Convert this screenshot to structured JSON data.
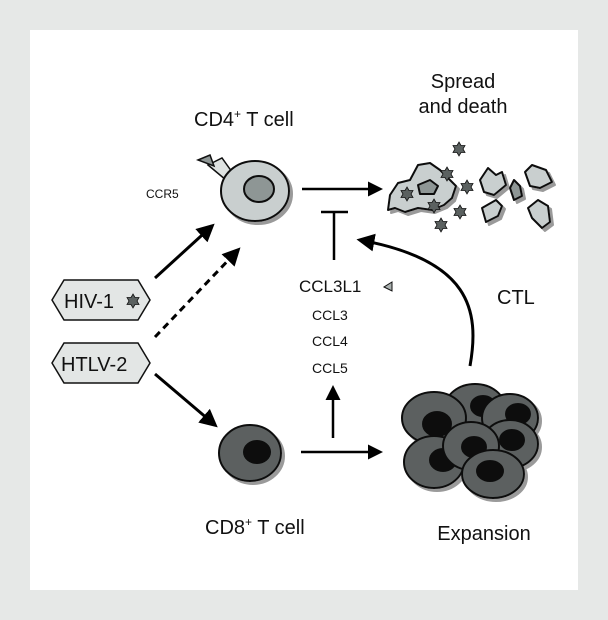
{
  "title": "HIV-1 and HTLV-2 effects on CD4+ and CD8+ T cells",
  "labels": {
    "cd4_cell": "CD4",
    "cd4_sup": "+",
    "cd4_suffix": " T cell",
    "cd8_cell": "CD8",
    "cd8_sup": "+",
    "cd8_suffix": " T cell",
    "ccr5": "CCR5",
    "spread_line1": "Spread",
    "spread_line2": "and death",
    "expansion": "Expansion",
    "ctl": "CTL"
  },
  "viruses": [
    {
      "label": "HIV-1",
      "has_star": true
    },
    {
      "label": "HTLV-2",
      "has_star": false
    }
  ],
  "chemokines": [
    "CCL3L1",
    "CCL3",
    "CCL4",
    "CCL5"
  ],
  "colors": {
    "frame": "#e6e8e7",
    "cd4_body": "#c9cfcf",
    "cd4_nucleus": "#8e9695",
    "cd8_body": "#5b6160",
    "nucleus_dark": "#0a0a0a",
    "virus_star": "#5b6160",
    "debris": "#c9cfcf",
    "hex_fill": "#e3e6e5"
  }
}
